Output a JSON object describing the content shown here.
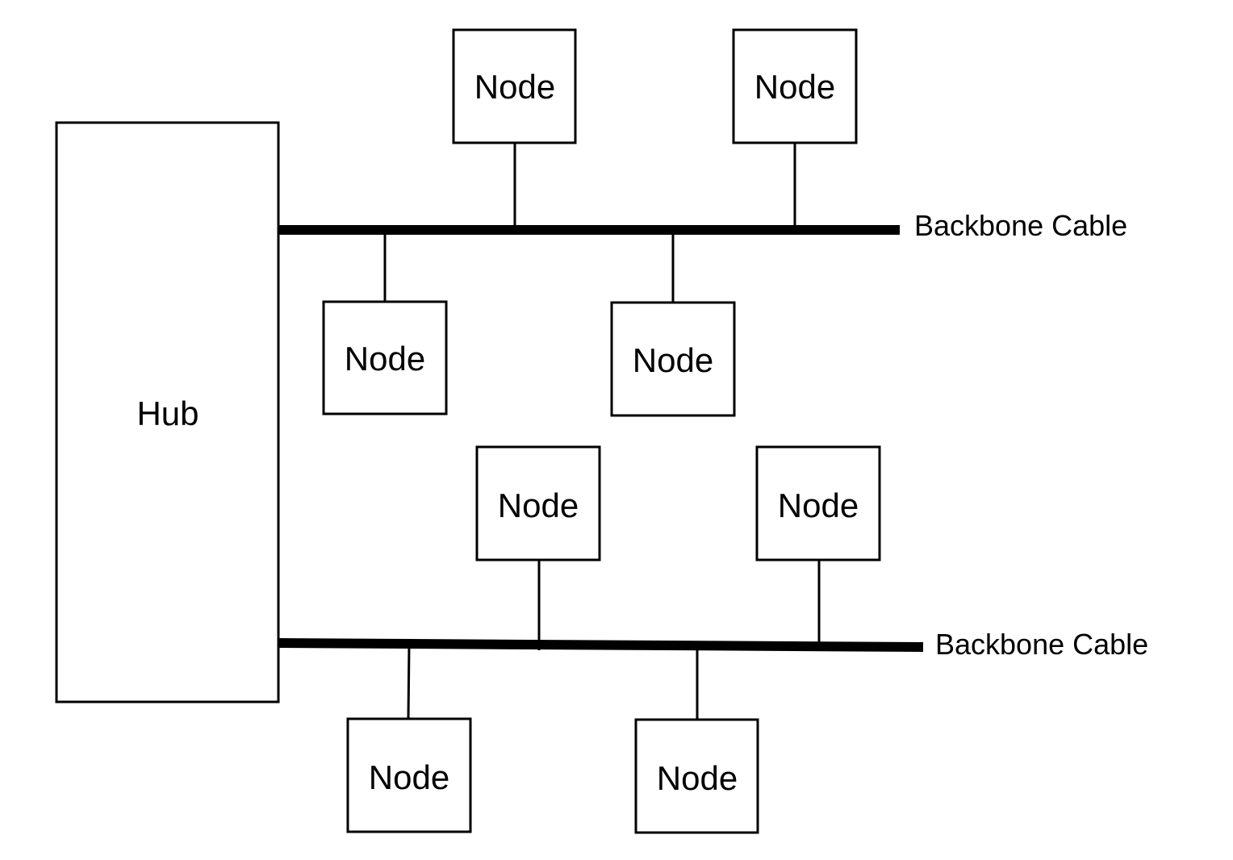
{
  "hub": {
    "label": "Hub"
  },
  "cables": [
    {
      "label": "Backbone Cable"
    },
    {
      "label": "Backbone Cable"
    }
  ],
  "nodes": [
    {
      "label": "Node"
    },
    {
      "label": "Node"
    },
    {
      "label": "Node"
    },
    {
      "label": "Node"
    },
    {
      "label": "Node"
    },
    {
      "label": "Node"
    },
    {
      "label": "Node"
    },
    {
      "label": "Node"
    }
  ],
  "colors": {
    "stroke": "#000000",
    "background": "#ffffff"
  }
}
